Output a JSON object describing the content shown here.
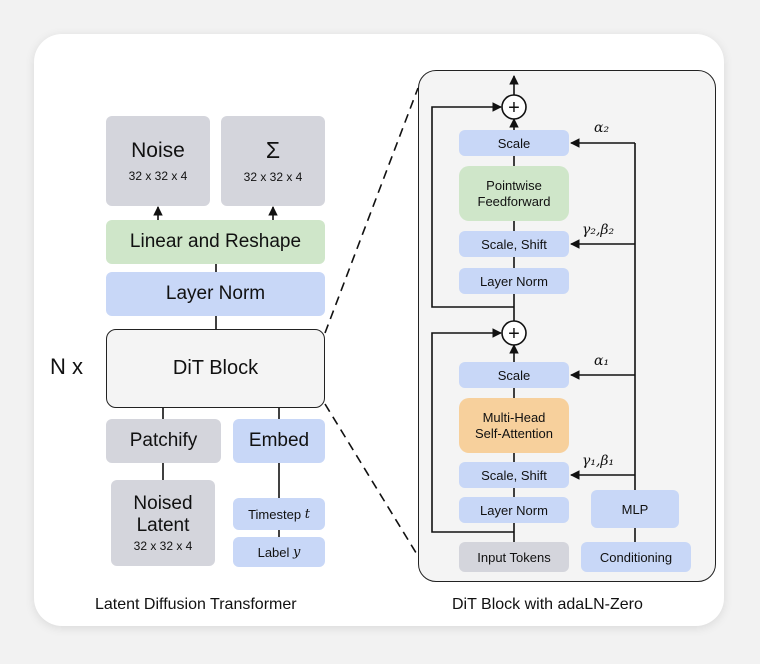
{
  "left": {
    "noise": {
      "title": "Noise",
      "dims": "32 x 32 x 4"
    },
    "sigma": {
      "title": "Σ",
      "dims": "32 x 32 x 4"
    },
    "linear_reshape": "Linear and Reshape",
    "layer_norm": "Layer Norm",
    "repeat_label": "N x",
    "dit_block": "DiT Block",
    "patchify": "Patchify",
    "embed": "Embed",
    "noised_latent": {
      "line1": "Noised",
      "line2": "Latent",
      "dims": "32 x 32 x 4"
    },
    "timestep": {
      "text": "Timestep",
      "var": "t"
    },
    "label": {
      "text": "Label",
      "var": "y"
    },
    "caption": "Latent Diffusion Transformer"
  },
  "right": {
    "plus_symbol": "+",
    "scale_top": "Scale",
    "pointwise": {
      "line1": "Pointwise",
      "line2": "Feedforward"
    },
    "scale_shift_top": "Scale, Shift",
    "layer_norm_top": "Layer Norm",
    "scale_bottom": "Scale",
    "attention": {
      "line1": "Multi-Head",
      "line2": "Self-Attention"
    },
    "scale_shift_bottom": "Scale, Shift",
    "layer_norm_bottom": "Layer Norm",
    "mlp": "MLP",
    "input_tokens": "Input Tokens",
    "conditioning": "Conditioning",
    "alpha2": "α₂",
    "gamma2_beta2": "γ₂,β₂",
    "alpha1": "α₁",
    "gamma1_beta1": "γ₁,β₁",
    "caption": "DiT Block with adaLN-Zero"
  }
}
